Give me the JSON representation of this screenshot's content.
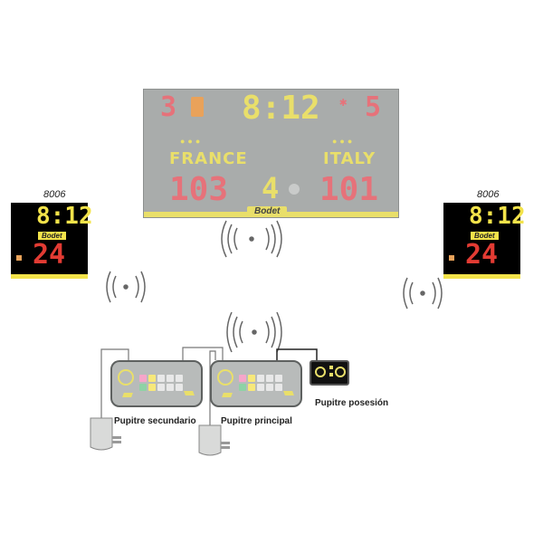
{
  "scoreboard": {
    "home_period": "3",
    "clock": "8:12",
    "away_period": "5",
    "home_team": "FRANCE",
    "away_team": "ITALY",
    "home_score": "103",
    "center_number": "4",
    "away_score": "101",
    "brand": "Bodet"
  },
  "shot_clock_left": {
    "model": "8006",
    "top": "8:12",
    "bottom": "24",
    "brand": "Bodet"
  },
  "shot_clock_right": {
    "model": "8006",
    "top": "8:12",
    "bottom": "24",
    "brand": "Bodet"
  },
  "consoles": {
    "secondary_label": "Pupitre secundario",
    "main_label": "Pupitre principal",
    "possession_label": "Pupitre posesión"
  },
  "colors": {
    "panel": "#a9acab",
    "led_red": "#e6727a",
    "led_yellow": "#e9df6a",
    "console": "#b8bbba"
  }
}
